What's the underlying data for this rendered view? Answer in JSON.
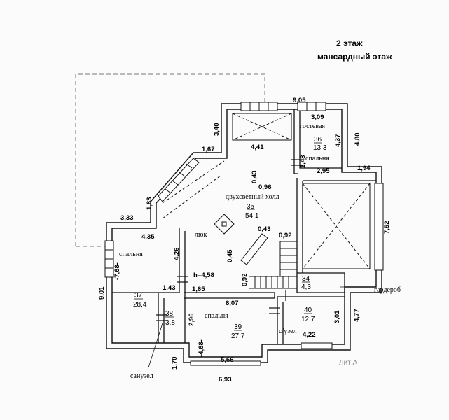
{
  "header": {
    "floor": "2 этаж",
    "subtitle": "мансардный этаж"
  },
  "lit": "Лит А",
  "rooms": {
    "hall": {
      "name": "двухсветный холл",
      "number": "35",
      "area": "54,1"
    },
    "guest": {
      "name": "гостевая",
      "name2": "спальня",
      "number": "36",
      "area": "13.3"
    },
    "bedroom37": {
      "name": "спальня",
      "number": "37",
      "area": "28,4"
    },
    "bathroom38": {
      "name": "санузел",
      "number": "38",
      "area": "3,8"
    },
    "bedroom39": {
      "name": "спальня",
      "number": "39",
      "area": "27,7"
    },
    "wardrobe34": {
      "name": "гардероб",
      "number": "34",
      "area": "4,3"
    },
    "wc40": {
      "name": "с/узел",
      "number": "40",
      "area": "12,7"
    },
    "hatch": {
      "name": "люк"
    }
  },
  "dims": {
    "d905": "9,05",
    "d309": "3,09",
    "d340": "3,40",
    "d441": "4,41",
    "d437": "4,37",
    "d480": "4,80",
    "d167": "1,67",
    "d148": "1,48",
    "d295": "2,95",
    "d194": "1,94",
    "d043": "0,43",
    "d096": "0,96",
    "d183": "1,83",
    "d333": "3,33",
    "d752": "7,52",
    "d435": "4,35",
    "d043b": "0,43",
    "d092": "0,92",
    "d426": "4,26",
    "d768": "-7,68-",
    "d901": "9,01",
    "d045": "0,45",
    "dh458": "h=4,58",
    "d092b": "0,92",
    "d143": "1,43",
    "d165": "1,65",
    "d607": "6,07",
    "d296": "2,96",
    "d468": "-4,68-",
    "d301": "3,01",
    "d477": "4,77",
    "d422": "4,22",
    "d170": "1,70",
    "d566": "5,66",
    "d693": "6,93"
  }
}
